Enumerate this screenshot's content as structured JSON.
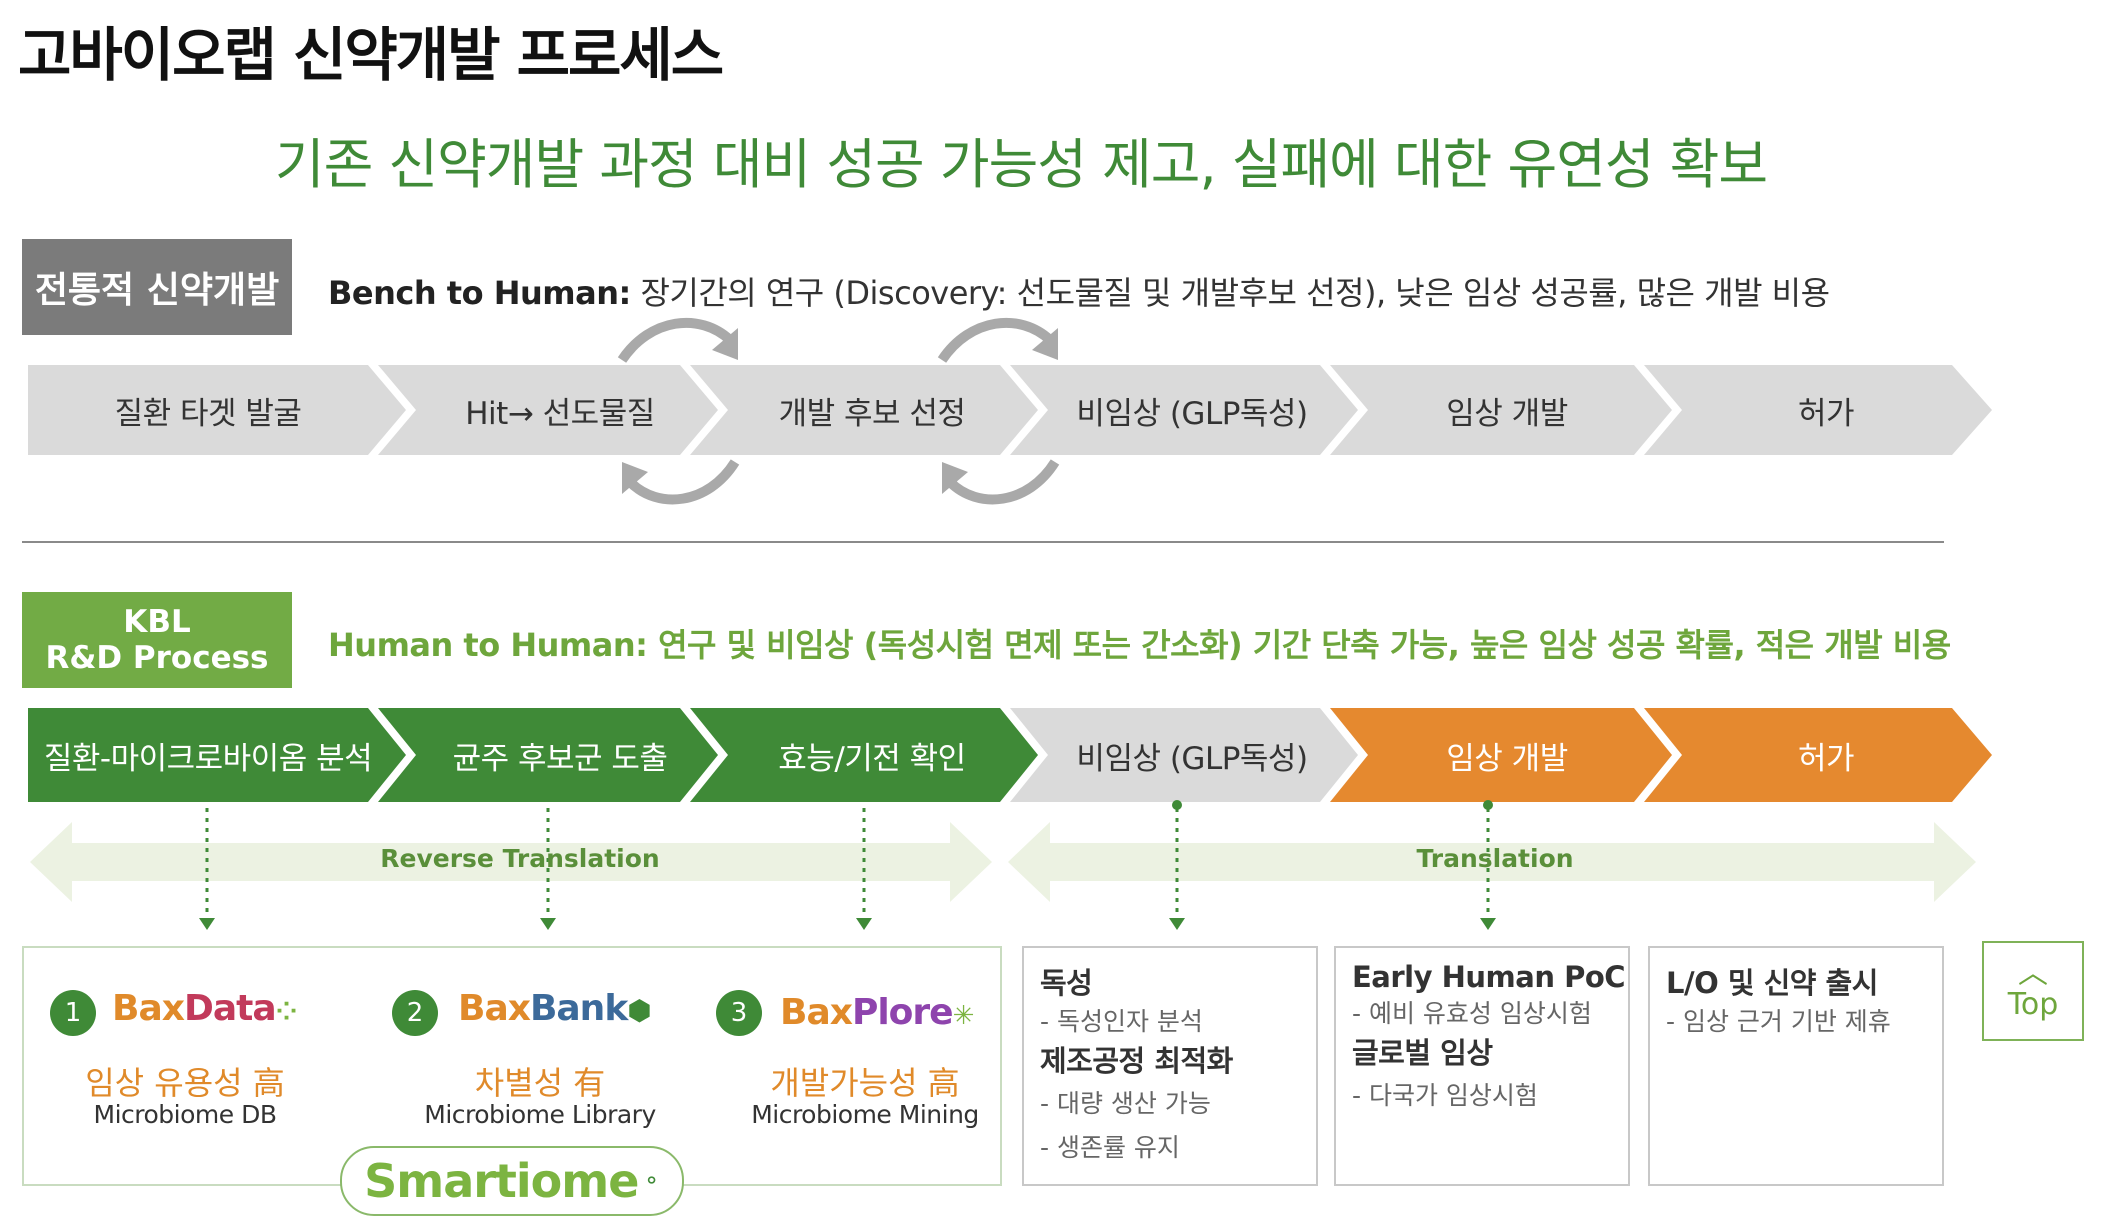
{
  "page_title": "고바이오랩 신약개발 프로세스",
  "subtitle": "기존 신약개발 과정 대비 성공 가능성 제고, 실패에 대한 유연성 확보",
  "traditional": {
    "badge": "전통적 신약개발",
    "desc_bold": "Bench to Human:",
    "desc_rest": " 장기간의 연구 (Discovery: 선도물질 및 개발후보 선정), 낮은 임상 성공률,  많은 개발 비용",
    "steps": [
      "질환 타겟 발굴",
      "Hit→ 선도물질",
      "개발 후보 선정",
      "비임상 (GLP독성)",
      "임상 개발",
      "허가"
    ]
  },
  "kbl": {
    "badge_line1": "KBL",
    "badge_line2": "R&D Process",
    "desc": "Human to Human:  연구 및 비임상 (독성시험 면제 또는 간소화) 기간 단축 가능, 높은 임상 성공 확률, 적은 개발 비용",
    "steps": [
      "질환-마이크로바이옴 분석",
      "균주 후보군 도출",
      "효능/기전 확인",
      "비임상 (GLP독성)",
      "임상 개발",
      "허가"
    ],
    "reverse_translation": "Reverse Translation",
    "translation": "Translation"
  },
  "platforms": [
    {
      "num": "1",
      "brand_a": "Bax",
      "brand_b": "Data",
      "korean": "임상 유용성 高",
      "english": "Microbiome DB"
    },
    {
      "num": "2",
      "brand_a": "Bax",
      "brand_b": "Bank",
      "korean": "차별성 有",
      "english": "Microbiome Library"
    },
    {
      "num": "3",
      "brand_a": "Bax",
      "brand_b": "Plore",
      "korean": "개발가능성 高",
      "english": "Microbiome Mining"
    }
  ],
  "smartiome": "Smartiome",
  "info_cards": [
    {
      "lines": [
        {
          "t": "h",
          "text": "독성"
        },
        {
          "t": "s",
          "text": "- 독성인자 분석"
        },
        {
          "t": "h",
          "text": "제조공정 최적화"
        },
        {
          "t": "s",
          "text": " - 대량 생산 가능"
        },
        {
          "t": "s",
          "text": " - 생존률 유지"
        }
      ]
    },
    {
      "lines": [
        {
          "t": "h",
          "text": "Early Human PoC"
        },
        {
          "t": "s",
          "text": "- 예비 유효성 임상시험"
        },
        {
          "t": "h",
          "text": "글로벌 임상"
        },
        {
          "t": "s",
          "text": "- 다국가 임상시험"
        }
      ]
    },
    {
      "lines": [
        {
          "t": "h",
          "text": "L/O 및 신약 출시"
        },
        {
          "t": "s",
          "text": "- 임상 근거 기반 제휴"
        }
      ]
    }
  ],
  "top_button": "Top",
  "colors": {
    "green_dark": "#3f8a37",
    "green_light": "#72ab45",
    "gray_step": "#d9d9d9",
    "orange": "#e5892f",
    "badge_gray": "#7b7b7b"
  }
}
